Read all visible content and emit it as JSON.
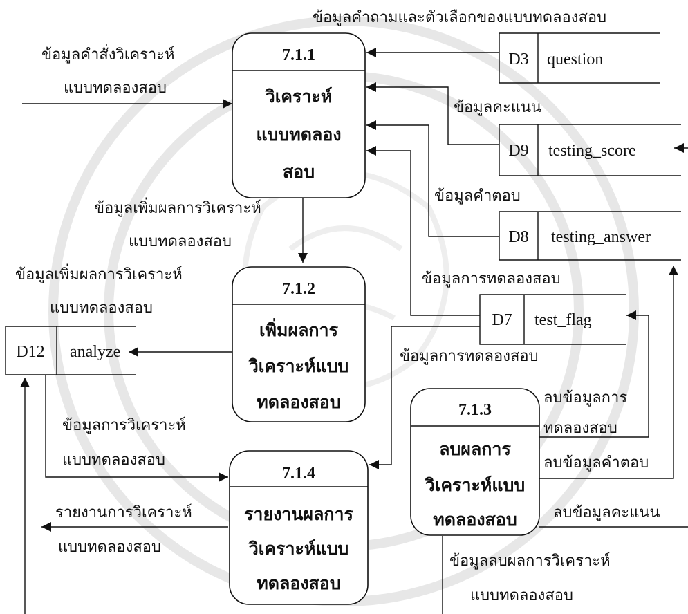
{
  "processes": {
    "p711": {
      "id": "7.1.1",
      "lines": [
        "วิเคราะห์",
        "แบบทดลอง",
        "สอบ"
      ]
    },
    "p712": {
      "id": "7.1.2",
      "lines": [
        "เพิ่มผลการ",
        "วิเคราะห์แบบ",
        "ทดลองสอบ"
      ]
    },
    "p713": {
      "id": "7.1.3",
      "lines": [
        "ลบผลการ",
        "วิเคราะห์แบบ",
        "ทดลองสอบ"
      ]
    },
    "p714": {
      "id": "7.1.4",
      "lines": [
        "รายงานผลการ",
        "วิเคราะห์แบบ",
        "ทดลองสอบ"
      ]
    }
  },
  "stores": {
    "d3": {
      "id": "D3",
      "name": "question"
    },
    "d9": {
      "id": "D9",
      "name": "testing_score"
    },
    "d8": {
      "id": "D8",
      "name": "testing_answer"
    },
    "d7": {
      "id": "D7",
      "name": "test_flag"
    },
    "d12": {
      "id": "D12",
      "name": "analyze"
    }
  },
  "flows": {
    "cmd_analyze": [
      "ข้อมูลคำสั่งวิเคราะห์",
      "แบบทดลองสอบ"
    ],
    "question_choices": "ข้อมูลคำถามและตัวเลือกของแบบทดลองสอบ",
    "score_data": "ข้อมูลคะแนน",
    "answer_data": "ข้อมูลคำตอบ",
    "add_result_1": [
      "ข้อมูลเพิ่มผลการวิเคราะห์",
      "แบบทดลองสอบ"
    ],
    "add_result_2": [
      "ข้อมูลเพิ่มผลการวิเคราะห์",
      "แบบทดลองสอบ"
    ],
    "test_data_1": "ข้อมูลการทดลองสอบ",
    "test_data_2": "ข้อมูลการทดลองสอบ",
    "analysis_data": [
      "ข้อมูลการวิเคราะห์",
      "แบบทดลองสอบ"
    ],
    "report": [
      "รายงานการวิเคราะห์",
      "แบบทดลองสอบ"
    ],
    "del_test": [
      "ลบข้อมูลการ",
      "ทดลองสอบ"
    ],
    "del_answer": "ลบข้อมูลคำตอบ",
    "del_score": "ลบข้อมูลคะแนน",
    "del_result": [
      "ข้อมูลลบผลการวิเคราะห์",
      "แบบทดลองสอบ"
    ]
  }
}
